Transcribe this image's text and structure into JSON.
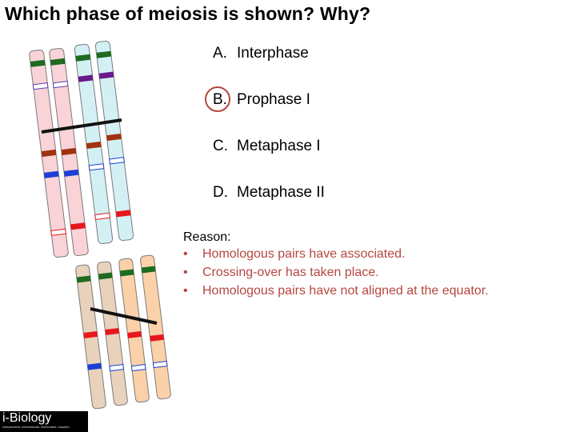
{
  "title": "Which phase of meiosis is shown? Why?",
  "options": [
    {
      "letter": "A.",
      "text": "Interphase"
    },
    {
      "letter": "B.",
      "text": "Prophase I"
    },
    {
      "letter": "C.",
      "text": "Metaphase I"
    },
    {
      "letter": "D.",
      "text": "Metaphase II"
    }
  ],
  "selected_option": "B",
  "reason": {
    "label": "Reason:",
    "bullet": "•",
    "points": [
      "Homologous pairs have associated.",
      "Crossing-over has taken place.",
      "Homologous pairs have not aligned at the equator."
    ]
  },
  "logo": {
    "name": "i-Biology",
    "tagline": "independent. international. illuminated. inspired"
  },
  "colors": {
    "pink_chromosome": "#f9d3d7",
    "blue_chromosome": "#d3f1f5",
    "tan_chromosome": "#e8d2bb",
    "orange_chromosome": "#fbd1a9",
    "band_green": "#1d6b1f",
    "band_purple": "#6a1b8a",
    "band_brown": "#a0330f",
    "band_blue": "#1d3fd6",
    "band_red": "#e8161d",
    "centromere": "#111111",
    "highlight": "#b5473f"
  }
}
